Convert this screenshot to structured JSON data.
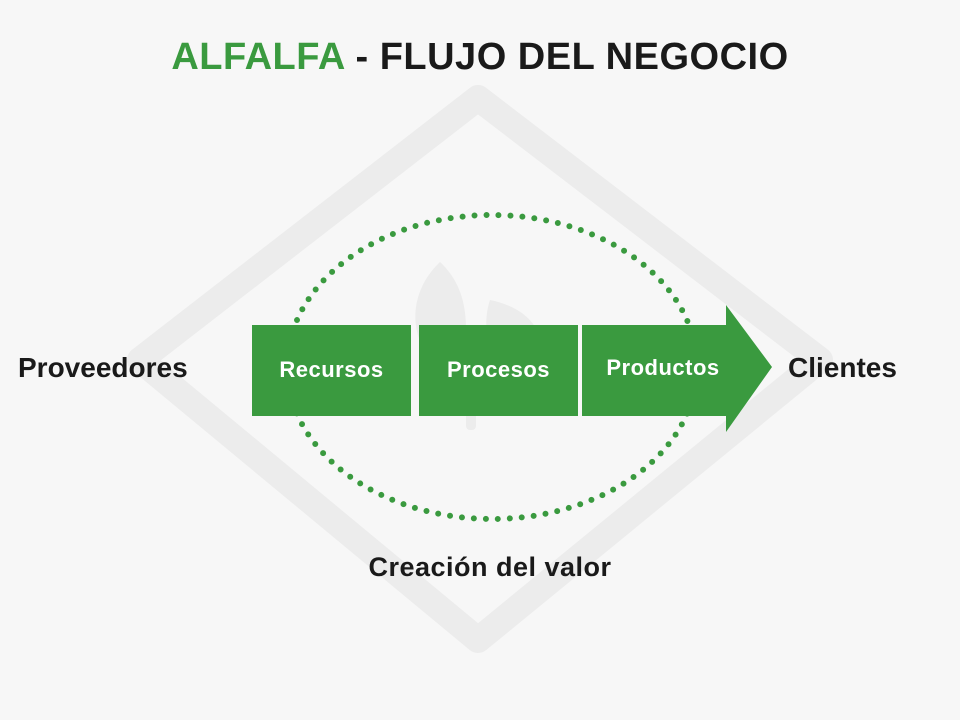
{
  "title": {
    "brand": "ALFALFA",
    "rest": " - FLUJO DEL NEGOCIO"
  },
  "labels": {
    "left": "Proveedores",
    "right": "Clientes",
    "bottom": "Creación del valor"
  },
  "flow_steps": [
    {
      "label": "Recursos"
    },
    {
      "label": "Procesos"
    },
    {
      "label": "Productos"
    }
  ],
  "colors": {
    "accent_green": "#3a9a3f",
    "text": "#1a1a1a",
    "background": "#f7f7f7",
    "watermark": "#ebebeb"
  }
}
